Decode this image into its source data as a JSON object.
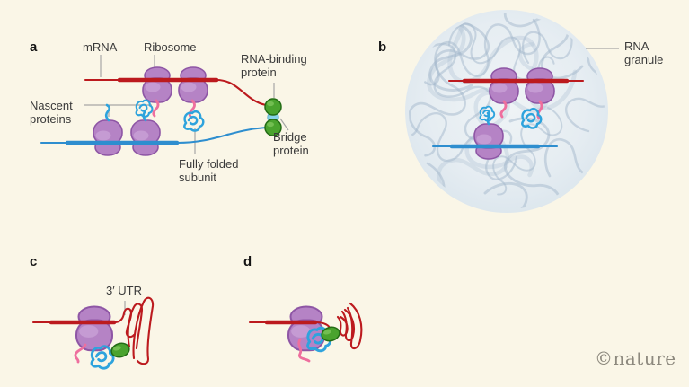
{
  "colors": {
    "bg": "#faf6e7",
    "label_text": "#3a3a3a",
    "leader_line": "#a6a6a6",
    "mrna_red": "#bc1a1e",
    "mrna_blue": "#2e8ecf",
    "ribosome_fill": "#b583c5",
    "ribosome_outline": "#8e56a5",
    "ribosome_highlight": "#c8a0d5",
    "nascent_pink": "#ee6f9e",
    "protein_blue": "#2ea3dd",
    "rbp_green": "#4aa32e",
    "rbp_green_outline": "#236c15",
    "bridge_blue": "#86d2e8",
    "granule_fill": "#e7eef2",
    "granule_strand": "#a3b7cb"
  },
  "figure": {
    "credit": "©nature"
  },
  "panel_a": {
    "letter": "a",
    "label_mrna": "mRNA",
    "label_ribosome": "Ribosome",
    "label_nascent": "Nascent\nproteins",
    "label_rbp": "RNA-binding\nprotein",
    "label_bridge": "Bridge\nprotein",
    "label_folded": "Fully folded\nsubunit"
  },
  "panel_b": {
    "letter": "b",
    "label_granule": "RNA\ngranule"
  },
  "panel_c": {
    "letter": "c",
    "label_utr": "3′ UTR"
  },
  "panel_d": {
    "letter": "d"
  }
}
